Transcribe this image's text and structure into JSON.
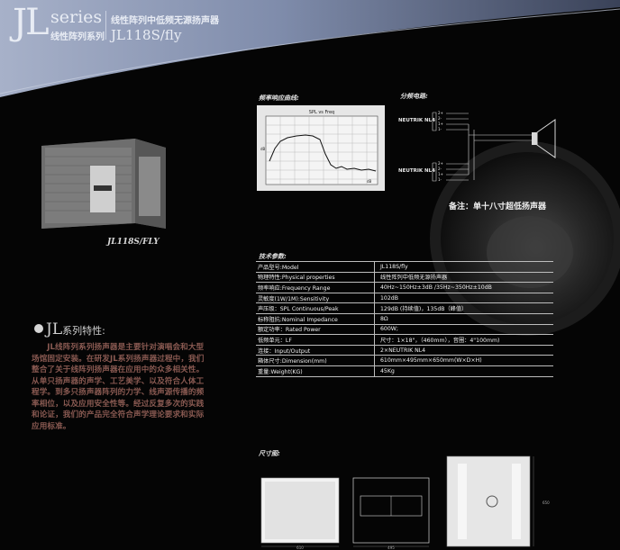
{
  "header": {
    "logo_jl": "JL",
    "logo_series": "series",
    "logo_subtitle": "线性阵列系列",
    "title": "线性阵列中低频无源扬声器",
    "model": "JL118S/fly"
  },
  "product": {
    "caption": "JL118S/FLY"
  },
  "features": {
    "heading_jl": "JL",
    "heading_text": "系列特性:",
    "body": "JL线阵列系列扬声器是主要针对演唱会和大型场馆固定安装。在研发JL系列扬声器过程中，我们整合了关于线阵列扬声器在应用中的众多相关性。从单只扬声器的声学、工艺美学、以及符合人体工程学。到多只扬声器阵列的力学、线声源传播的频率相位，以及应用安全性等。经过反复多次的实践和论证，我们的产品完全符合声学理论要求和实际应用标准。"
  },
  "frequency_response": {
    "label": "频率响应曲线:",
    "chart_title": "SPL vs Freq",
    "axis_hint": "dB",
    "corner_text": "dB"
  },
  "circuit": {
    "label": "分频电路:",
    "connector_top": "NEUTRIK NL4",
    "connector_bottom": "NEUTRIK NL4",
    "pins_top": [
      "2+",
      "2-",
      "1+",
      "1-"
    ],
    "pins_bottom": [
      "2+",
      "2-",
      "1+",
      "1-"
    ],
    "remark": "备注：单十八寸超低扬声器"
  },
  "specs": {
    "label": "技术参数:",
    "rows": [
      {
        "label": "产品型号:Model",
        "value": "JL118S/fly"
      },
      {
        "label": "物理特性:Physical properties",
        "value": "线性阵列中低频无源扬声器"
      },
      {
        "label": "频率响应:Frequency Range",
        "value": "40Hz~150Hz±3dB /35Hz~350Hz±10dB"
      },
      {
        "label": "灵敏度(1W/1M):Sensitivity",
        "value": "102dB"
      },
      {
        "label": "声压级：SPL Continuous/Peak",
        "value": "129dB (持续值)，135dB（峰值）"
      },
      {
        "label": "标称阻抗:Nominal Impedance",
        "value": "8Ω"
      },
      {
        "label": "额定功率：Rated Power",
        "value": "600W;"
      },
      {
        "label": "低频单元：LF",
        "value": "尺寸：1×18\"，（460mm），音圈：4\"100mm)"
      },
      {
        "label": "连接：Input/Output",
        "value": "2×NEUTRIK NL4"
      },
      {
        "label": "箱体尺寸:Dimension(mm)",
        "value": "610mm×495mm×650mm(W×D×H)"
      },
      {
        "label": "重量:Weight(KG)",
        "value": "45Kg"
      }
    ]
  },
  "dimensions": {
    "label": "尺寸图:",
    "front_width": "610",
    "side_width": "495",
    "height": "650"
  },
  "colors": {
    "background": "#050505",
    "band": "#8e9ab6",
    "feature_text": "#8a5a52",
    "accent_text": "#f0f0f0"
  }
}
